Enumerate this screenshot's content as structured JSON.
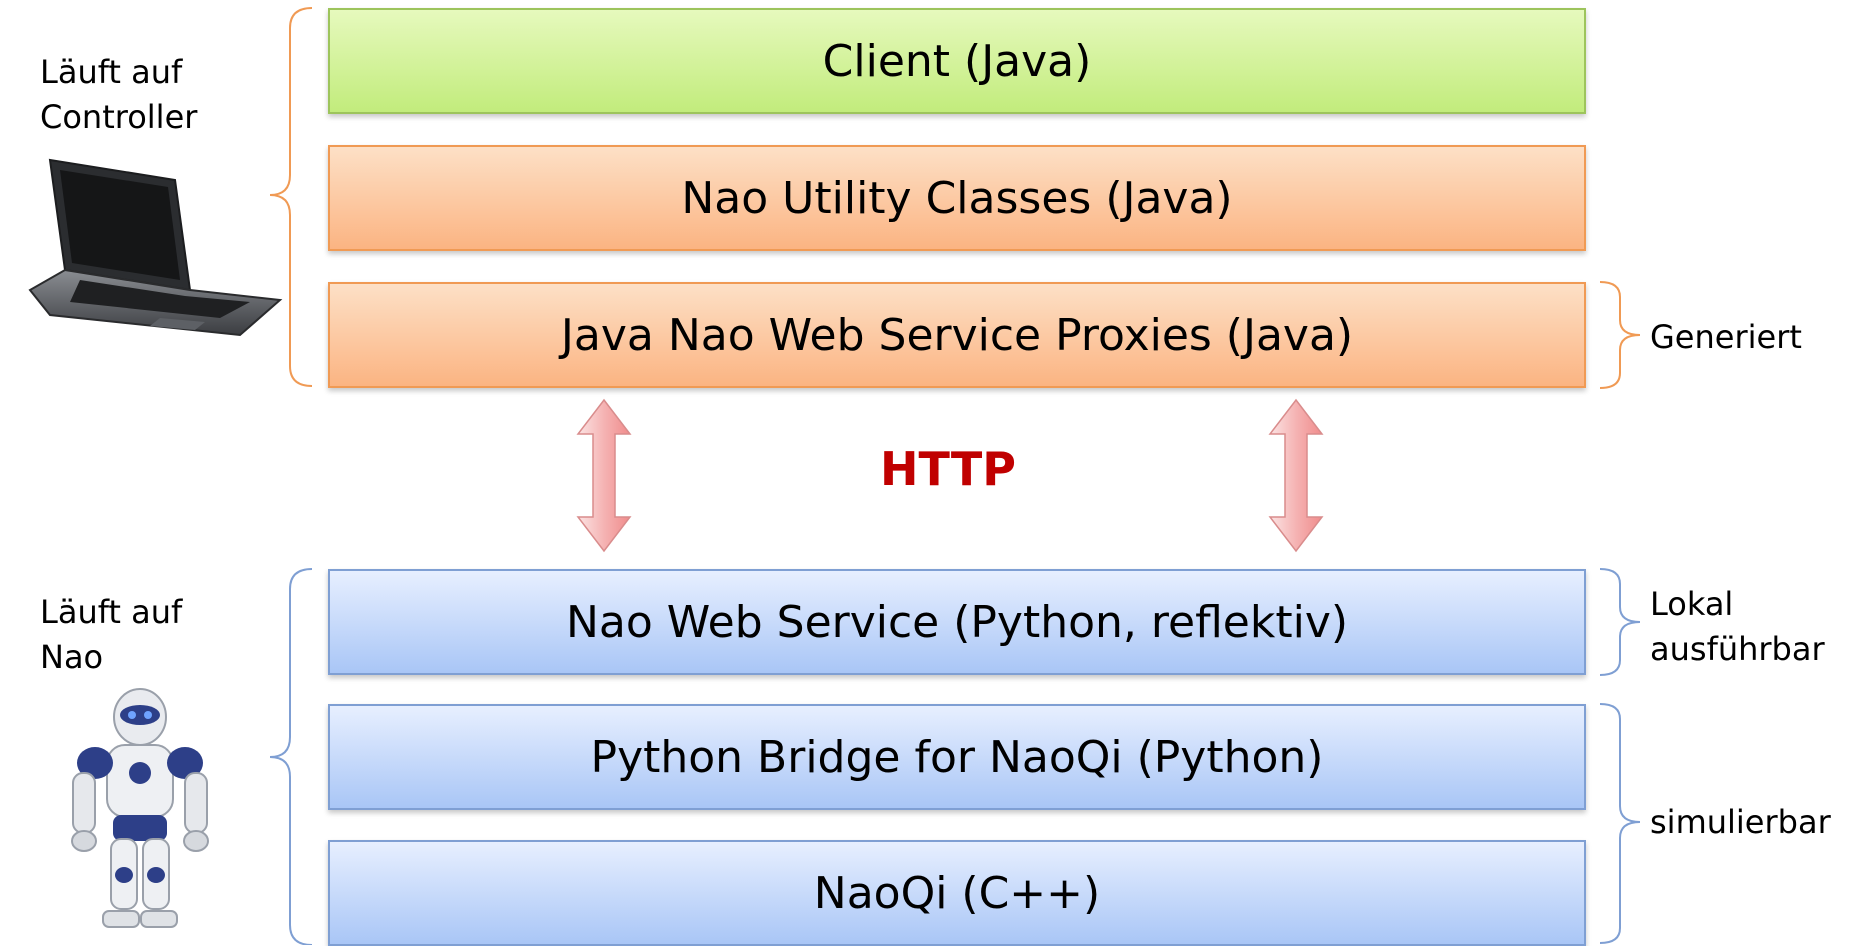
{
  "layers": {
    "client": "Client (Java)",
    "utility": "Nao Utility Classes (Java)",
    "proxies": "Java Nao Web Service Proxies  (Java)",
    "web_service": "Nao Web Service (Python, reflektiv)",
    "bridge": "Python Bridge for NaoQi (Python)",
    "naoqi": "NaoQi (C++)"
  },
  "protocol": "HTTP",
  "left_labels": {
    "controller": "Läuft auf\nController",
    "nao": "Läuft auf\nNao"
  },
  "right_labels": {
    "generated": "Generiert",
    "local": "Lokal\nausführbar",
    "simulated": "simulierbar"
  },
  "icons": {
    "controller": "laptop-icon",
    "robot": "nao-robot-icon"
  },
  "colors": {
    "client": "#c2ec7c",
    "java": "#fbb482",
    "python": "#a9c6f6",
    "protocol": "#c00000",
    "arrow": "#f4a0a0"
  }
}
